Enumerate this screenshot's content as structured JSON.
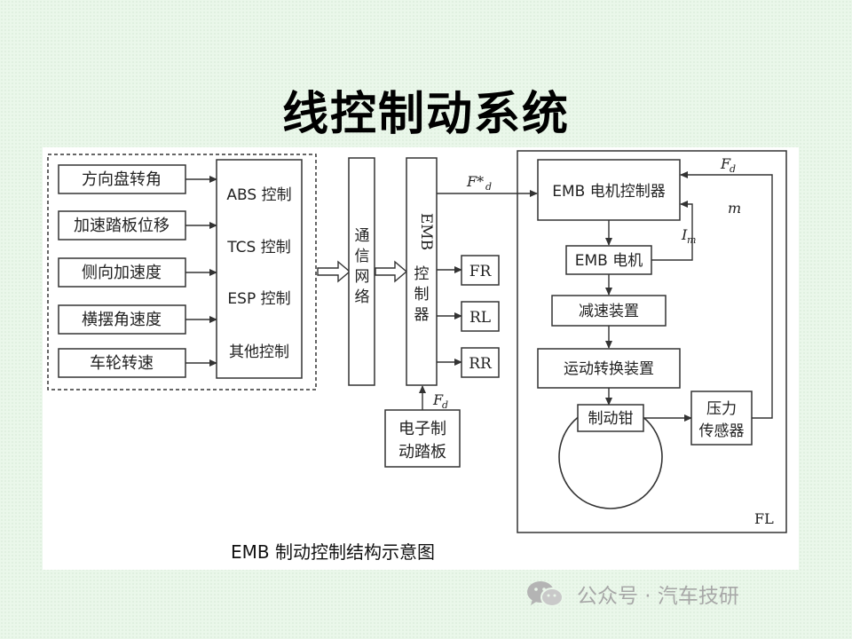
{
  "title": "线控制动系统",
  "diagram": {
    "inputs": [
      "方向盘转角",
      "加速踏板位移",
      "侧向加速度",
      "横摆角速度",
      "车轮转速"
    ],
    "controls": [
      "ABS 控制",
      "TCS 控制",
      "ESP 控制",
      "其他控制"
    ],
    "network": [
      "通",
      "信",
      "网",
      "络"
    ],
    "emb_controller": [
      "EMB",
      "控",
      "制",
      "器"
    ],
    "wheels": [
      "FR",
      "RL",
      "RR"
    ],
    "pedal": [
      "电子制",
      "动踏板"
    ],
    "fd_main": "F",
    "fd_main_sub": "d",
    "fd_star": "F*",
    "fd_star_sub": "d",
    "fl_nodes": {
      "motor_controller": "EMB 电机控制器",
      "motor": "EMB 电机",
      "reducer": "减速装置",
      "converter": "运动转换装置",
      "caliper": "制动钳",
      "sensor": [
        "压力",
        "传感器"
      ]
    },
    "fd_right": "F",
    "fd_right_sub": "d",
    "m_label": "m",
    "im_label": "I",
    "im_sub": "m",
    "fl_label": "FL"
  },
  "caption": "EMB 制动控制结构示意图",
  "watermark": "公众号 · 汽车技研"
}
